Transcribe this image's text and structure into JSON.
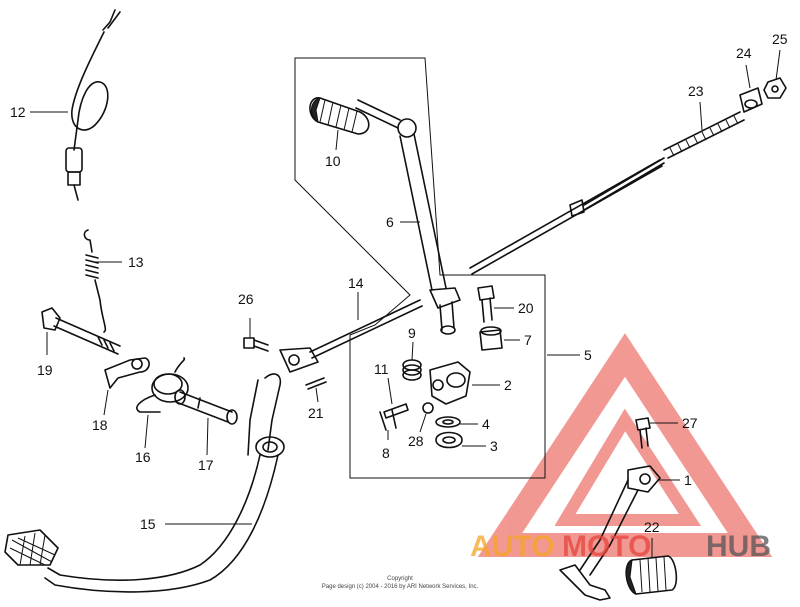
{
  "callouts": {
    "c1": "1",
    "c2": "2",
    "c3": "3",
    "c4": "4",
    "c5": "5",
    "c6": "6",
    "c7": "7",
    "c8": "8",
    "c9": "9",
    "c10": "10",
    "c11": "11",
    "c12": "12",
    "c13": "13",
    "c14": "14",
    "c15": "15",
    "c16": "16",
    "c17": "17",
    "c18": "18",
    "c19": "19",
    "c20": "20",
    "c21": "21",
    "c22": "22",
    "c23": "23",
    "c24": "24",
    "c25": "25",
    "c26": "26",
    "c27": "27",
    "c28": "28"
  },
  "copyright": {
    "line1": "Copyright",
    "line2": "Page design (c) 2004 - 2016 by ARI Network Services, Inc."
  },
  "watermark": {
    "part1": "AUTO",
    "part2": "MOTO",
    "part3": "HUB",
    "color_primary": "#f5a623",
    "color_secondary": "#e8453c",
    "color_dark": "#555555"
  }
}
